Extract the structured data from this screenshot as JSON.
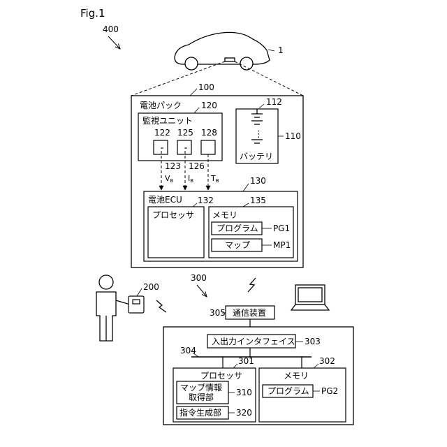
{
  "figure": {
    "title": "Fig.1"
  },
  "refs": {
    "r400": "400",
    "r1": "1",
    "r100": "100",
    "r120": "120",
    "r112": "112",
    "r110": "110",
    "r122": "122",
    "r125": "125",
    "r128": "128",
    "r123": "123",
    "r126": "126",
    "r130": "130",
    "r132": "132",
    "r135": "135",
    "rPG1": "PG1",
    "rMP1": "MP1",
    "r200": "200",
    "r300": "300",
    "r305": "305",
    "r303": "303",
    "r304": "304",
    "r301": "301",
    "r302": "302",
    "rPG2": "PG2",
    "r310": "310",
    "r320": "320"
  },
  "battery_pack": {
    "label": "電池パック",
    "monitor_unit": {
      "label": "監視ユニット"
    },
    "battery": {
      "label": "バッテリ",
      "dots": "⋮"
    },
    "signals": {
      "voltage": "V",
      "voltage_sub": "B",
      "current": "I",
      "current_sub": "B",
      "temp": "T",
      "temp_sub": "B"
    },
    "ecu": {
      "label": "電池ECU",
      "processor": "プロセッサ",
      "memory": "メモリ",
      "program": "プログラム",
      "map": "マップ"
    }
  },
  "server": {
    "comm_device": "通信装置",
    "io_interface": "入出力インタフェイス",
    "processor": "プロセッサ",
    "map_info_line1": "マップ情報",
    "map_info_line2": "取得部",
    "command_gen": "指令生成部",
    "memory": "メモリ",
    "program": "プログラム"
  }
}
